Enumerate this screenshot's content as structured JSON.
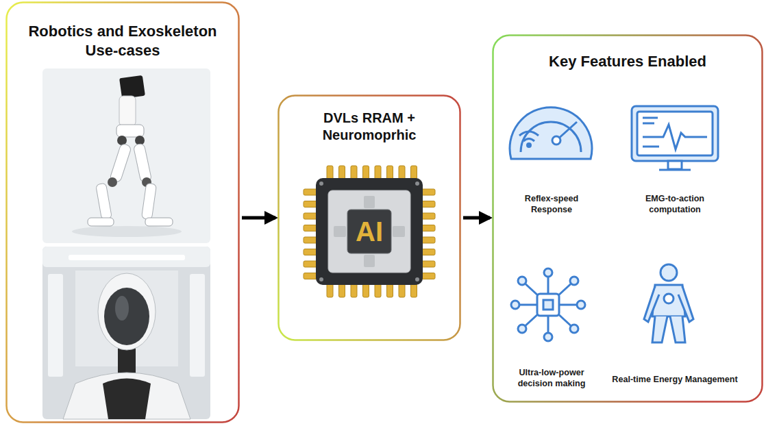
{
  "diagram": {
    "nodes": [
      {
        "text": [
          "Robotics and Exoskeleton Use-cases"
        ]
      },
      {
        "text": [
          "DVLs RRAM + Neuromoprhic"
        ]
      },
      {
        "text": [
          "AI"
        ],
        "in": 1
      },
      {
        "text": [
          "Key Features Enabled"
        ]
      }
    ],
    "edges": [
      {
        "from": 0,
        "to": 1,
        "arrow": "to"
      },
      {
        "from": 1,
        "to": 3,
        "arrow": "to"
      }
    ],
    "labels": [
      "Reflex-speed Response",
      "EMG-to-action computation",
      "Ultra-low-power decision making",
      "Real-time Energy Management"
    ]
  }
}
